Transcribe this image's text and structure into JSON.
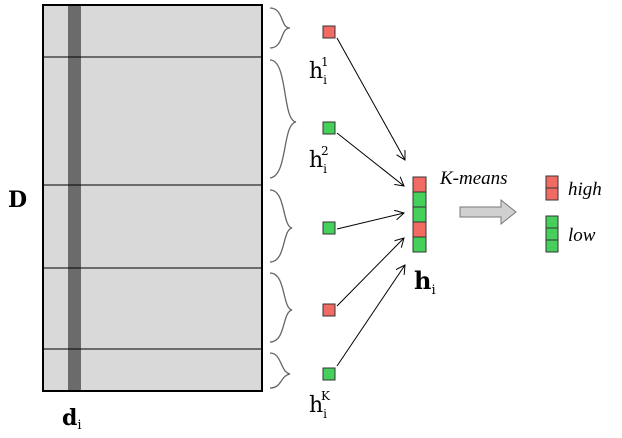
{
  "matrix": {
    "label": "D",
    "column_label_main": "d",
    "column_label_sub": "i",
    "fill_color": "#d9d9d9",
    "column_color": "#6b6b6b",
    "segments": 5
  },
  "vectors": [
    {
      "main": "h",
      "sub": "i",
      "sup": "1",
      "state": "high"
    },
    {
      "main": "h",
      "sub": "i",
      "sup": "2",
      "state": "low"
    },
    {
      "main": "",
      "sub": "",
      "sup": "",
      "state": "low"
    },
    {
      "main": "",
      "sub": "",
      "sup": "",
      "state": "high"
    },
    {
      "main": "h",
      "sub": "i",
      "sup": "K",
      "state": "low"
    }
  ],
  "stack": {
    "label_main": "h",
    "label_sub": "i",
    "cells": [
      "high",
      "low",
      "low",
      "high",
      "low"
    ]
  },
  "kmeans": {
    "label": "K-means"
  },
  "legend": [
    {
      "state": "high",
      "label": "high"
    },
    {
      "state": "low",
      "label": "low"
    }
  ],
  "colors": {
    "high": "#f26b63",
    "low": "#44d05b",
    "stroke": "#333333"
  }
}
